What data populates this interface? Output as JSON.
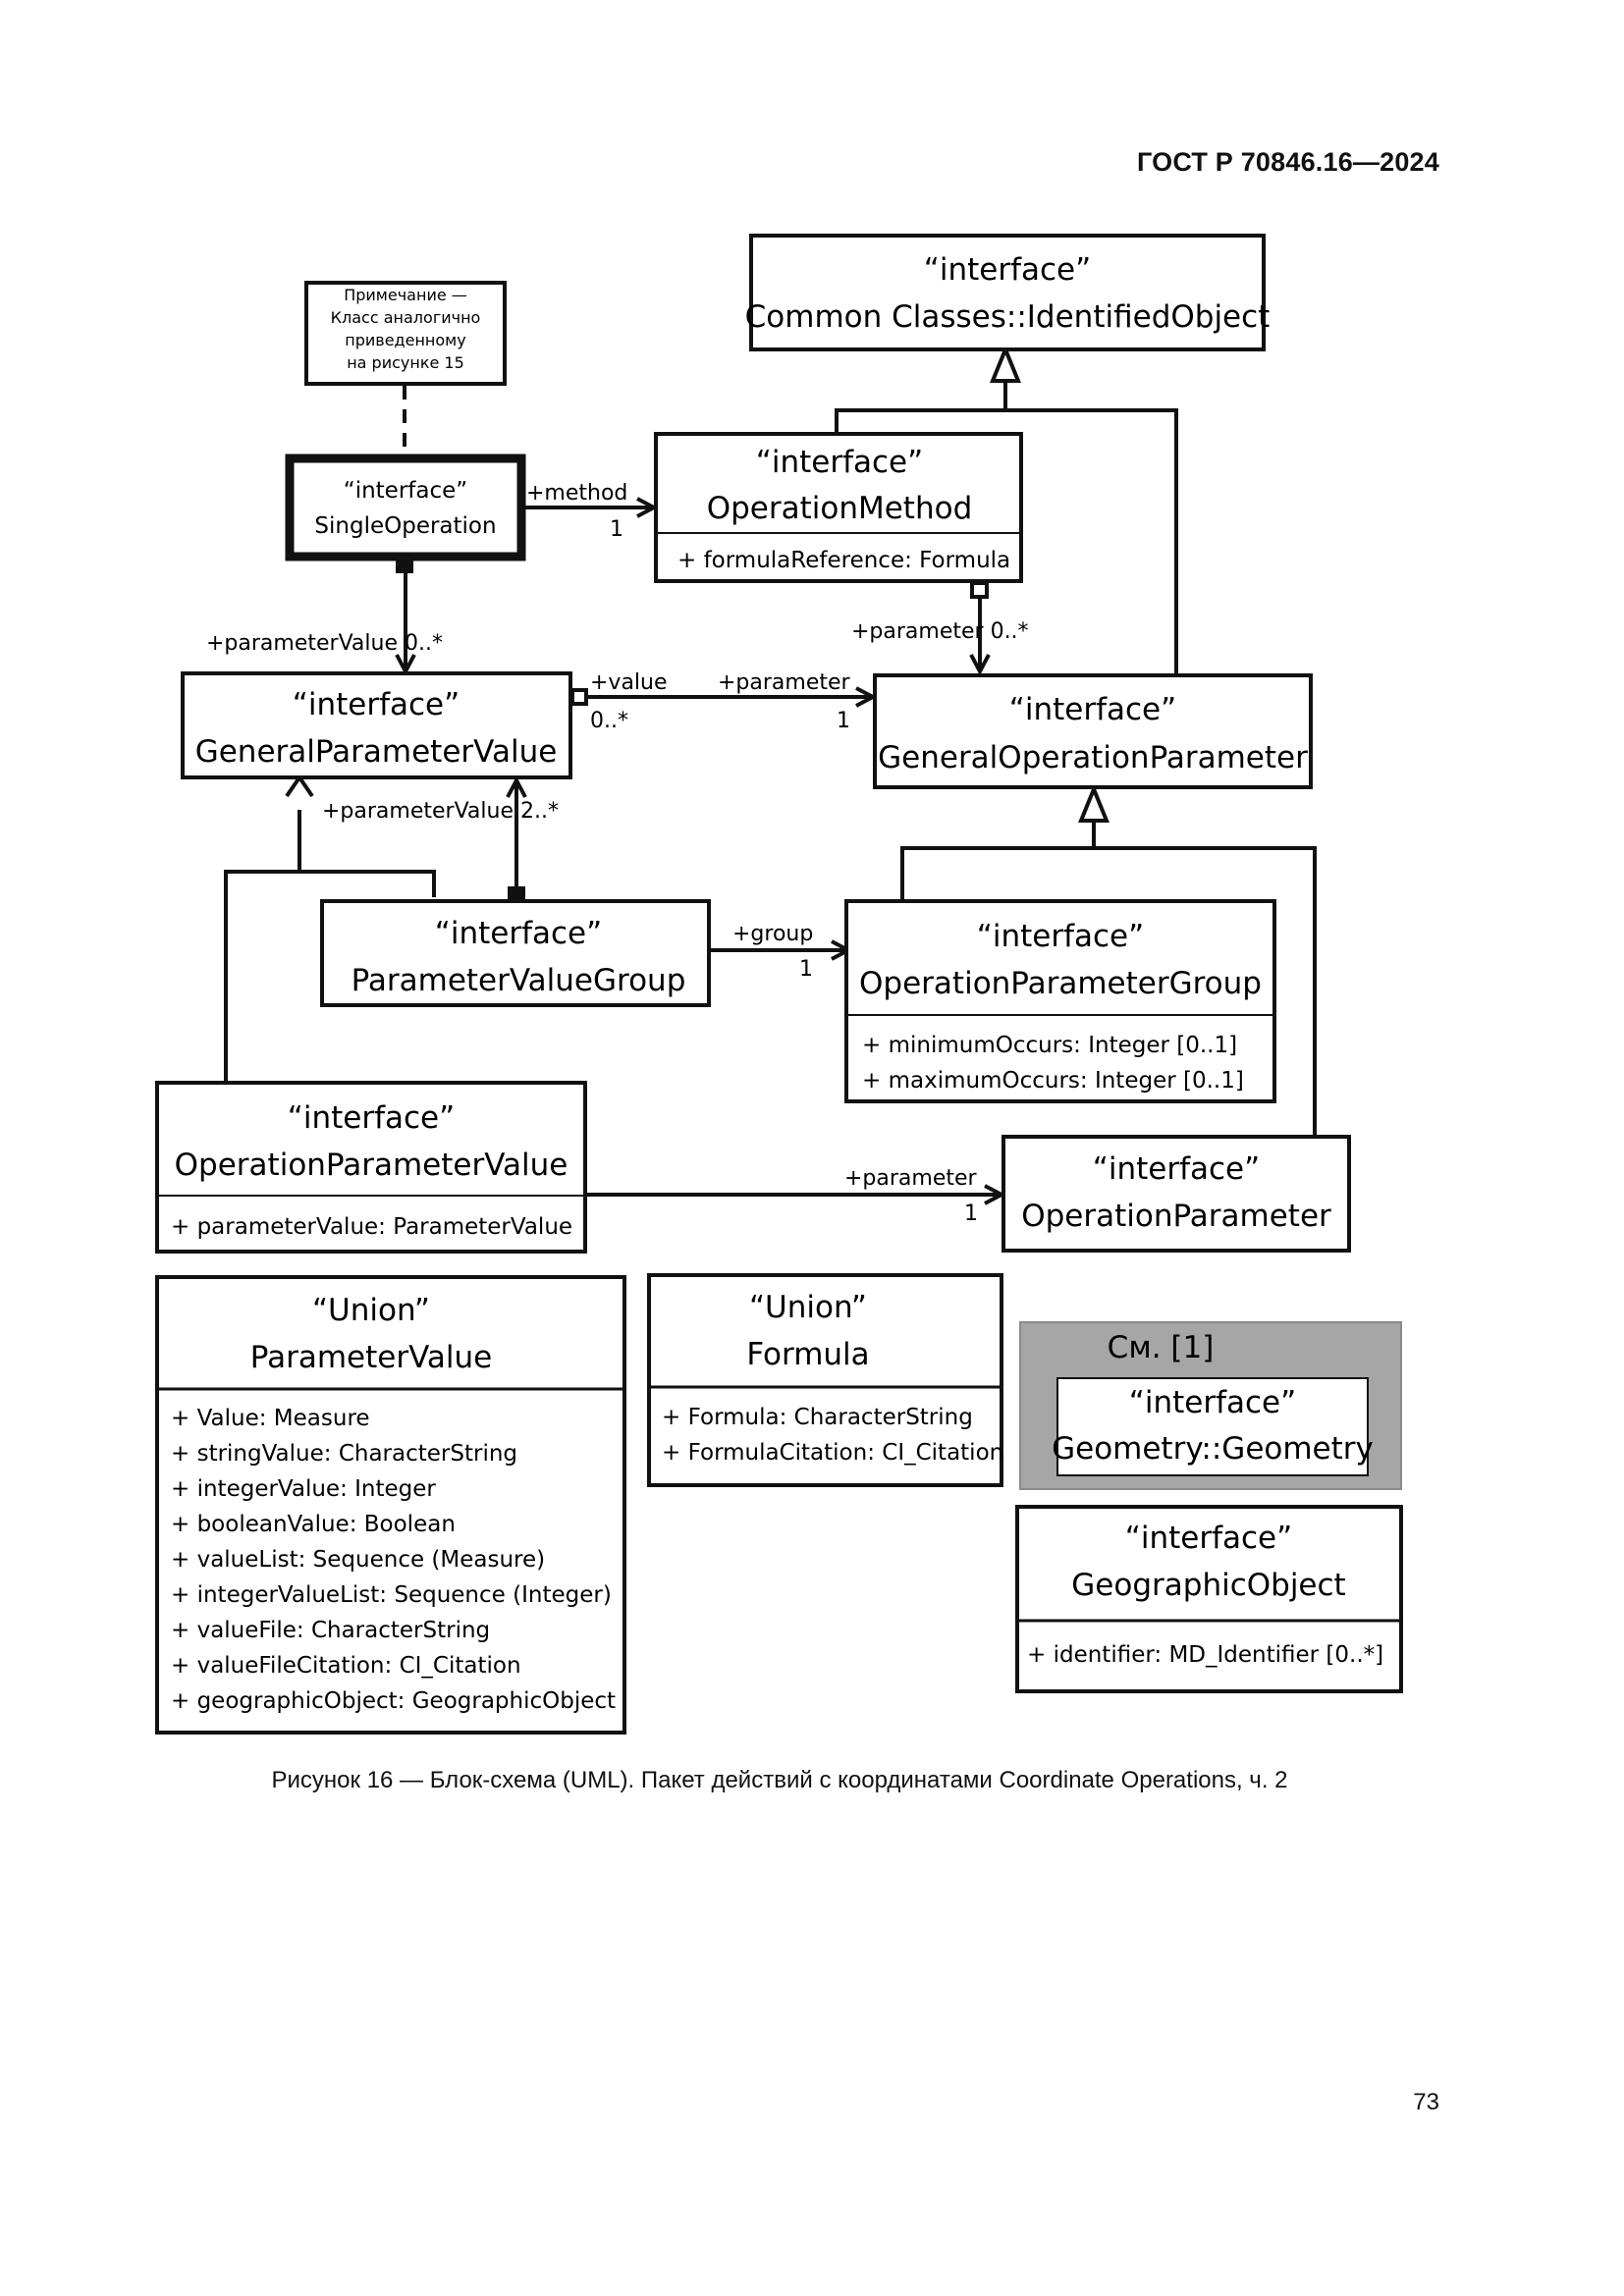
{
  "header": {
    "standard": "ГОСТ Р 70846.16—2024"
  },
  "note": {
    "lines": [
      "Примечание —",
      "Класс аналогично",
      "приведенному",
      "на рисунке 15"
    ]
  },
  "classes": {
    "identified_object": {
      "stereotype": "“interface”",
      "name": "Common Classes::IdentifiedObject"
    },
    "single_operation": {
      "stereotype": "“interface”",
      "name": "SingleOperation"
    },
    "operation_method": {
      "stereotype": "“interface”",
      "name": "OperationMethod",
      "attributes": [
        "+ formulaReference: Formula"
      ]
    },
    "general_parameter_value": {
      "stereotype": "“interface”",
      "name": "GeneralParameterValue"
    },
    "general_operation_parameter": {
      "stereotype": "“interface”",
      "name": "GeneralOperationParameter"
    },
    "parameter_value_group": {
      "stereotype": "“interface”",
      "name": "ParameterValueGroup"
    },
    "operation_parameter_group": {
      "stereotype": "“interface”",
      "name": "OperationParameterGroup",
      "attributes": [
        "+ minimumOccurs: Integer [0..1]",
        "+ maximumOccurs: Integer [0..1]"
      ]
    },
    "operation_parameter_value": {
      "stereotype": "“interface”",
      "name": "OperationParameterValue",
      "attributes": [
        "+ parameterValue: ParameterValue"
      ]
    },
    "operation_parameter": {
      "stereotype": "“interface”",
      "name": "OperationParameter"
    },
    "parameter_value_union": {
      "stereotype": "“Union”",
      "name": "ParameterValue",
      "attributes": [
        "+ Value: Measure",
        "+ stringValue: CharacterString",
        "+ integerValue: Integer",
        "+ booleanValue: Boolean",
        "+ valueList: Sequence (Measure)",
        "+ integerValueList: Sequence (Integer)",
        "+ valueFile: CharacterString",
        "+ valueFileCitation: CI_Citation",
        "+ geographicObject: GeographicObject"
      ]
    },
    "formula_union": {
      "stereotype": "“Union”",
      "name": "Formula",
      "attributes": [
        "+ Formula: CharacterString",
        "+ FormulaCitation: CI_Citation"
      ]
    },
    "geometry": {
      "package_label": "См. [1]",
      "stereotype": "“interface”",
      "name": "Geometry::Geometry"
    },
    "geographic_object": {
      "stereotype": "“interface”",
      "name": "GeographicObject",
      "attributes": [
        "+ identifier: MD_Identifier [0..*]"
      ]
    }
  },
  "roles": {
    "method": "+method",
    "method_mult": "1",
    "parameter_value_top": "+parameterValue 0..*",
    "parameter_top": "+parameter 0..*",
    "value": "+value",
    "value_mult": "0..*",
    "parameter_mid": "+parameter",
    "parameter_mid_mult": "1",
    "parameter_value_group": "+parameterValue 2..*",
    "group": "+group",
    "group_mult": "1",
    "parameter_bottom": "+parameter",
    "parameter_bottom_mult": "1"
  },
  "caption": "Рисунок 16 — Блок-схема (UML). Пакет действий с координатами Coordinate Operations, ч. 2",
  "page_number": "73",
  "colors": {
    "line": "#111111",
    "package_fill": "#a6a6a6",
    "background": "#ffffff"
  }
}
